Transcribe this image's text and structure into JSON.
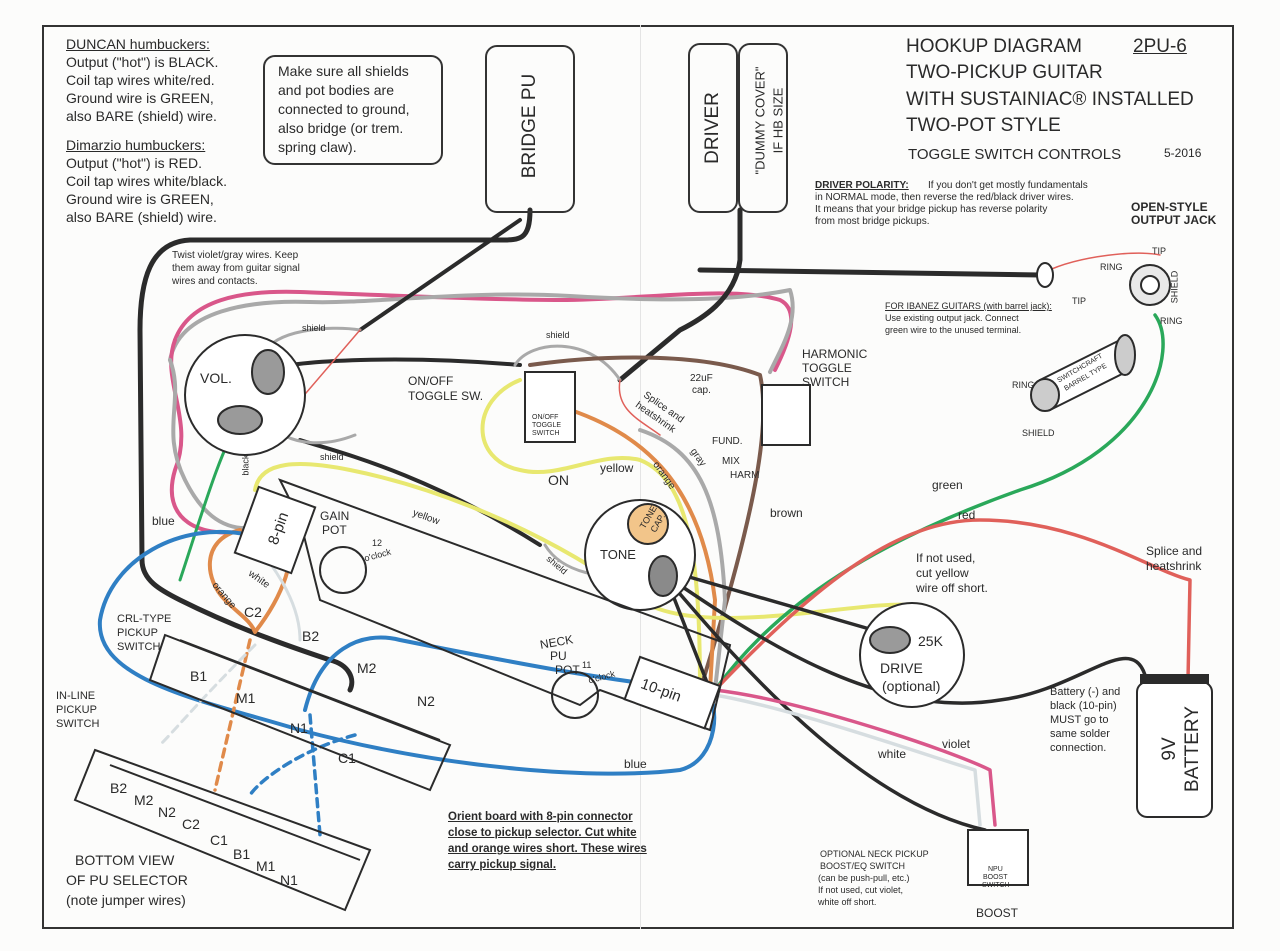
{
  "header": {
    "title_lines": [
      "HOOKUP DIAGRAM",
      "TWO-PICKUP GUITAR",
      "WITH SUSTAINIAC® INSTALLED",
      "TWO-POT STYLE"
    ],
    "code": "2PU-6",
    "subtitle": "TOGGLE SWITCH CONTROLS",
    "date": "5-2016"
  },
  "duncan": {
    "heading": "DUNCAN humbuckers:",
    "lines": [
      "Output (\"hot\") is BLACK.",
      "Coil tap wires white/red.",
      "Ground wire is GREEN,",
      "also BARE (shield) wire."
    ]
  },
  "dimarzio": {
    "heading": "Dimarzio humbuckers:",
    "lines": [
      "Output (\"hot\") is RED.",
      "Coil tap wires white/black.",
      "Ground wire is GREEN,",
      "also BARE (shield) wire."
    ]
  },
  "shield_note": [
    "Make sure all shields",
    "and pot bodies are",
    "connected to ground,",
    "also bridge (or trem.",
    "spring claw)."
  ],
  "components": {
    "bridge_pu": "BRIDGE PU",
    "driver": "DRIVER",
    "dummy_cover": [
      "\"DUMMY COVER\"",
      "IF HB SIZE"
    ],
    "vol": "VOL.",
    "tone": "TONE",
    "tone_cap": [
      "TONE",
      "CAP."
    ],
    "drive_pot": [
      "25K",
      "DRIVE",
      "(optional)"
    ],
    "battery": [
      "9V",
      "BATTERY"
    ],
    "onoff_label": [
      "ON/OFF",
      "TOGGLE SW."
    ],
    "onoff_box": [
      "ON/OFF",
      "TOGGLE",
      "SWITCH"
    ],
    "on": "ON",
    "harmonic_label": [
      "HARMONIC",
      "TOGGLE",
      "SWITCH"
    ],
    "cap_22uf": [
      "22uF",
      "cap."
    ],
    "harmonic_positions": [
      "FUND.",
      "MIX",
      "HARM"
    ],
    "gain_pot": [
      "GAIN",
      "POT"
    ],
    "gain_clock": [
      "12",
      "o'clock"
    ],
    "neck_pot": [
      "NECK",
      "PU",
      "POT"
    ],
    "neck_clock": [
      "11",
      "o'clock"
    ],
    "pin8": "8-pin",
    "pin10": "10-pin",
    "crl_switch": [
      "CRL-TYPE",
      "PICKUP",
      "SWITCH"
    ],
    "inline_switch": [
      "IN-LINE",
      "PICKUP",
      "SWITCH"
    ],
    "crl_terminals": [
      "C2",
      "B2",
      "B1",
      "M1",
      "M2",
      "N1",
      "N2",
      "C1"
    ],
    "bottom_terminals": [
      "B2",
      "M2",
      "N2",
      "C2",
      "C1",
      "B1",
      "M1",
      "N1"
    ],
    "bottom_view": [
      "BOTTOM VIEW",
      "OF PU SELECTOR",
      "(note jumper wires)"
    ],
    "npu_box": [
      "NPU",
      "BOOST",
      "SWITCH"
    ],
    "boost": "BOOST",
    "output_jack": [
      "OPEN-STYLE",
      "OUTPUT JACK"
    ],
    "jack_terminals": {
      "tip": "TIP",
      "ring": "RING",
      "shield": "SHIELD"
    },
    "barrel": [
      "SWITCHCRAFT",
      "BARREL TYPE"
    ]
  },
  "notes": {
    "twist": [
      "Twist violet/gray wires.  Keep",
      "them away from guitar signal",
      "wires and contacts."
    ],
    "driver_polarity_heading": "DRIVER POLARITY:",
    "driver_polarity": [
      "If you don't get mostly fundamentals",
      "in NORMAL mode, then reverse the red/black driver wires.",
      "It means that your bridge pickup has reverse polarity",
      "from most bridge pickups."
    ],
    "ibanez_heading": "FOR IBANEZ GUITARS (with barrel jack):",
    "ibanez": [
      "Use existing output jack.  Connect",
      "green wire to the unused terminal."
    ],
    "splice1": [
      "Splice and",
      "heatshrink"
    ],
    "splice2": [
      "Splice and",
      "heatshrink"
    ],
    "not_used": [
      "If not used,",
      "cut yellow",
      "wire off short."
    ],
    "battery_note": [
      "Battery (-) and",
      "black (10-pin)",
      "MUST go to",
      "same solder",
      "connection."
    ],
    "orient": [
      "Orient board with 8-pin connector",
      "close to pickup selector.  Cut white",
      "and orange wires short.  These wires",
      "carry pickup signal."
    ],
    "npu_note": [
      "OPTIONAL NECK PICKUP",
      "BOOST/EQ SWITCH",
      "(can be push-pull, etc.)",
      "If not used, cut violet,",
      "white off short."
    ]
  },
  "wire_labels": {
    "shield_a": "shield",
    "shield_b": "shield",
    "shield_c": "shield",
    "shield_d": "shield",
    "black": "black",
    "blue_a": "blue",
    "blue_b": "blue",
    "white_a": "white",
    "white_b": "white",
    "orange_a": "orange",
    "orange_b": "orange",
    "yellow_a": "yellow",
    "yellow_b": "yellow",
    "gray": "gray",
    "brown": "brown",
    "green": "green",
    "red": "red",
    "violet": "violet"
  },
  "wire_colors": {
    "black": "#2b2b2b",
    "gray": "#a9a9a9",
    "violet": "#d9578a",
    "yellow": "#e8e870",
    "orange": "#e08a4a",
    "brown": "#7a5a4c",
    "green": "#2aa85a",
    "red": "#e0605a",
    "blue": "#2f7fc4",
    "white": "#d6dde0",
    "tone_cap": "#f2c58a"
  }
}
